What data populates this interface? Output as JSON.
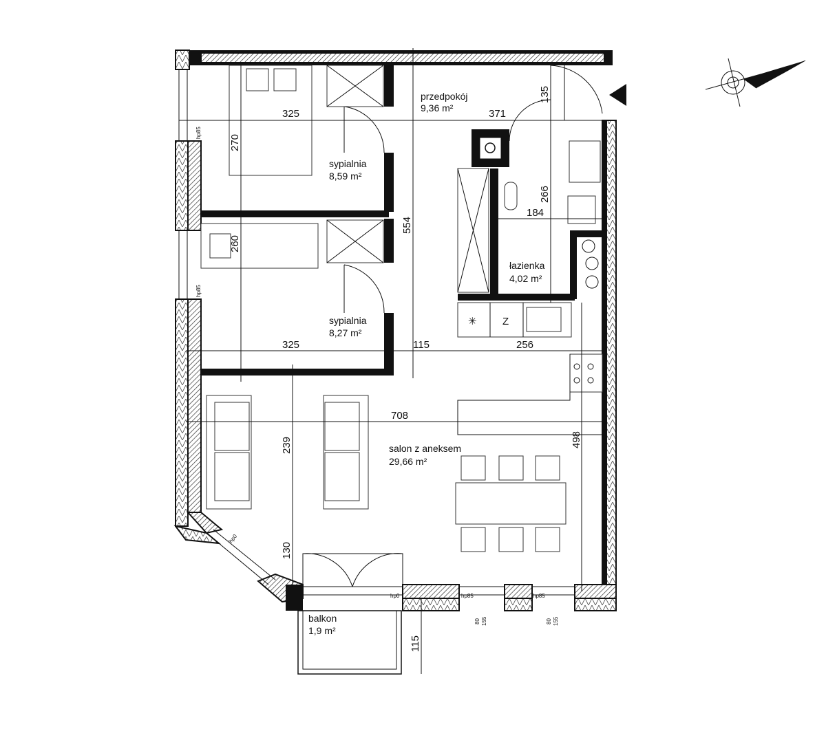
{
  "rooms": {
    "hall": {
      "name": "przedpokój",
      "area": "9,36 m²"
    },
    "bedroom1": {
      "name": "sypialnia",
      "area": "8,59 m²"
    },
    "bedroom2": {
      "name": "sypialnia",
      "area": "8,27 m²"
    },
    "bathroom": {
      "name": "łazienka",
      "area": "4,02 m²"
    },
    "living": {
      "name": "salon z aneksem",
      "area": "29,66 m²"
    },
    "balcony": {
      "name": "balkon",
      "area": "1,9 m²"
    }
  },
  "dimensions": {
    "d325a": "325",
    "d371": "371",
    "d270": "270",
    "d554": "554",
    "d135": "135",
    "d266": "266",
    "d184": "184",
    "d260": "260",
    "d325b": "325",
    "d115a": "115",
    "d256": "256",
    "d708": "708",
    "d498": "498",
    "d239": "239",
    "d130": "130",
    "d115b": "115"
  },
  "window_labels": {
    "w1": "hp85",
    "w2": "hp85",
    "w3": "hp0",
    "w4": "hp0",
    "w5": "hp85",
    "w6": "hp85"
  },
  "sill_labels": {
    "s1a": "80",
    "s1b": "155",
    "s2a": "80",
    "s2b": "155"
  },
  "kitchen_marks": {
    "fridge": "✳",
    "z": "Z"
  },
  "colors": {
    "wall": "#111111",
    "background": "#ffffff"
  }
}
